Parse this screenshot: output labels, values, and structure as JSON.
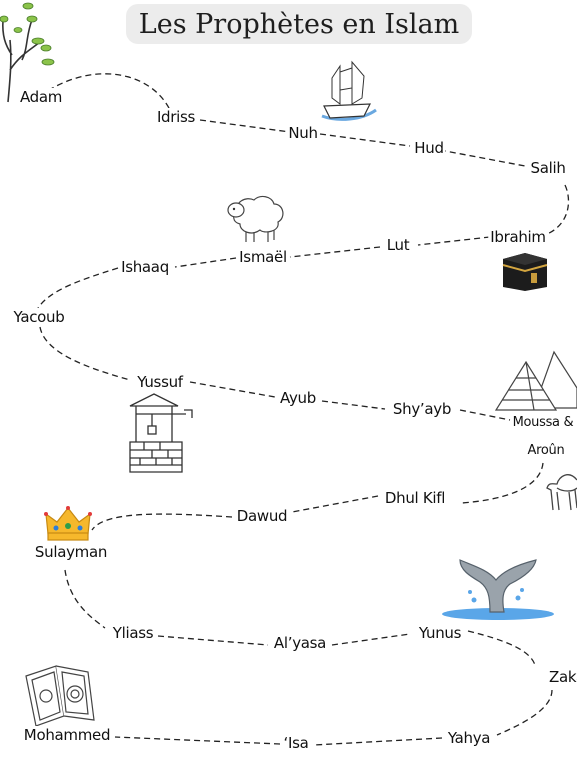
{
  "title": "Les Prophètes en Islam",
  "prophets": {
    "adam": "Adam",
    "idriss": "Idriss",
    "nuh": "Nuh",
    "hud": "Hud",
    "salih": "Salih",
    "ibrahim": "Ibrahim",
    "lut": "Lut",
    "ismael": "Ismaël",
    "ishaaq": "Ishaaq",
    "yacoub": "Yacoub",
    "yussuf": "Yussuf",
    "ayub": "Ayub",
    "shuayb": "Shy’ayb",
    "moussa_line1": "Moussa &",
    "moussa_line2": "Aroûn",
    "dhul_kifl": "Dhul Kifl",
    "dawud": "Dawud",
    "sulayman": "Sulayman",
    "yliass": "Yliass",
    "alyasa": "Al’yasa",
    "yunus": "Yunus",
    "zakariya": "Zakariya",
    "yahya": "Yahya",
    "isa": "‘Isa",
    "mohammed": "Mohammed"
  },
  "icons": [
    "tree-icon",
    "ship-icon",
    "sheep-icon",
    "kaaba-icon",
    "well-icon",
    "pyramids-icon",
    "camel-icon",
    "crown-icon",
    "whale-tail-icon",
    "quran-icon"
  ]
}
